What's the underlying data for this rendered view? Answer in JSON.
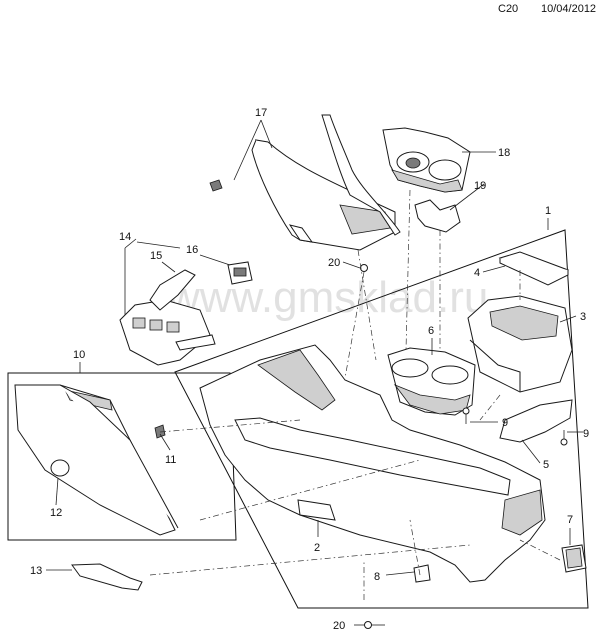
{
  "header": {
    "page_code": "C20",
    "date": "10/04/2012"
  },
  "watermark": "www.gmsklad.ru",
  "callouts": [
    {
      "id": "1",
      "label": "1"
    },
    {
      "id": "2",
      "label": "2"
    },
    {
      "id": "3",
      "label": "3"
    },
    {
      "id": "4",
      "label": "4"
    },
    {
      "id": "5",
      "label": "5"
    },
    {
      "id": "6",
      "label": "6"
    },
    {
      "id": "7",
      "label": "7"
    },
    {
      "id": "8",
      "label": "8"
    },
    {
      "id": "9a",
      "label": "9"
    },
    {
      "id": "9b",
      "label": "9"
    },
    {
      "id": "10",
      "label": "10"
    },
    {
      "id": "11",
      "label": "11"
    },
    {
      "id": "12",
      "label": "12"
    },
    {
      "id": "13",
      "label": "13"
    },
    {
      "id": "14",
      "label": "14"
    },
    {
      "id": "15",
      "label": "15"
    },
    {
      "id": "16",
      "label": "16"
    },
    {
      "id": "17",
      "label": "17"
    },
    {
      "id": "18",
      "label": "18"
    },
    {
      "id": "19",
      "label": "19"
    },
    {
      "id": "20a",
      "label": "20"
    },
    {
      "id": "20b",
      "label": "20"
    }
  ]
}
